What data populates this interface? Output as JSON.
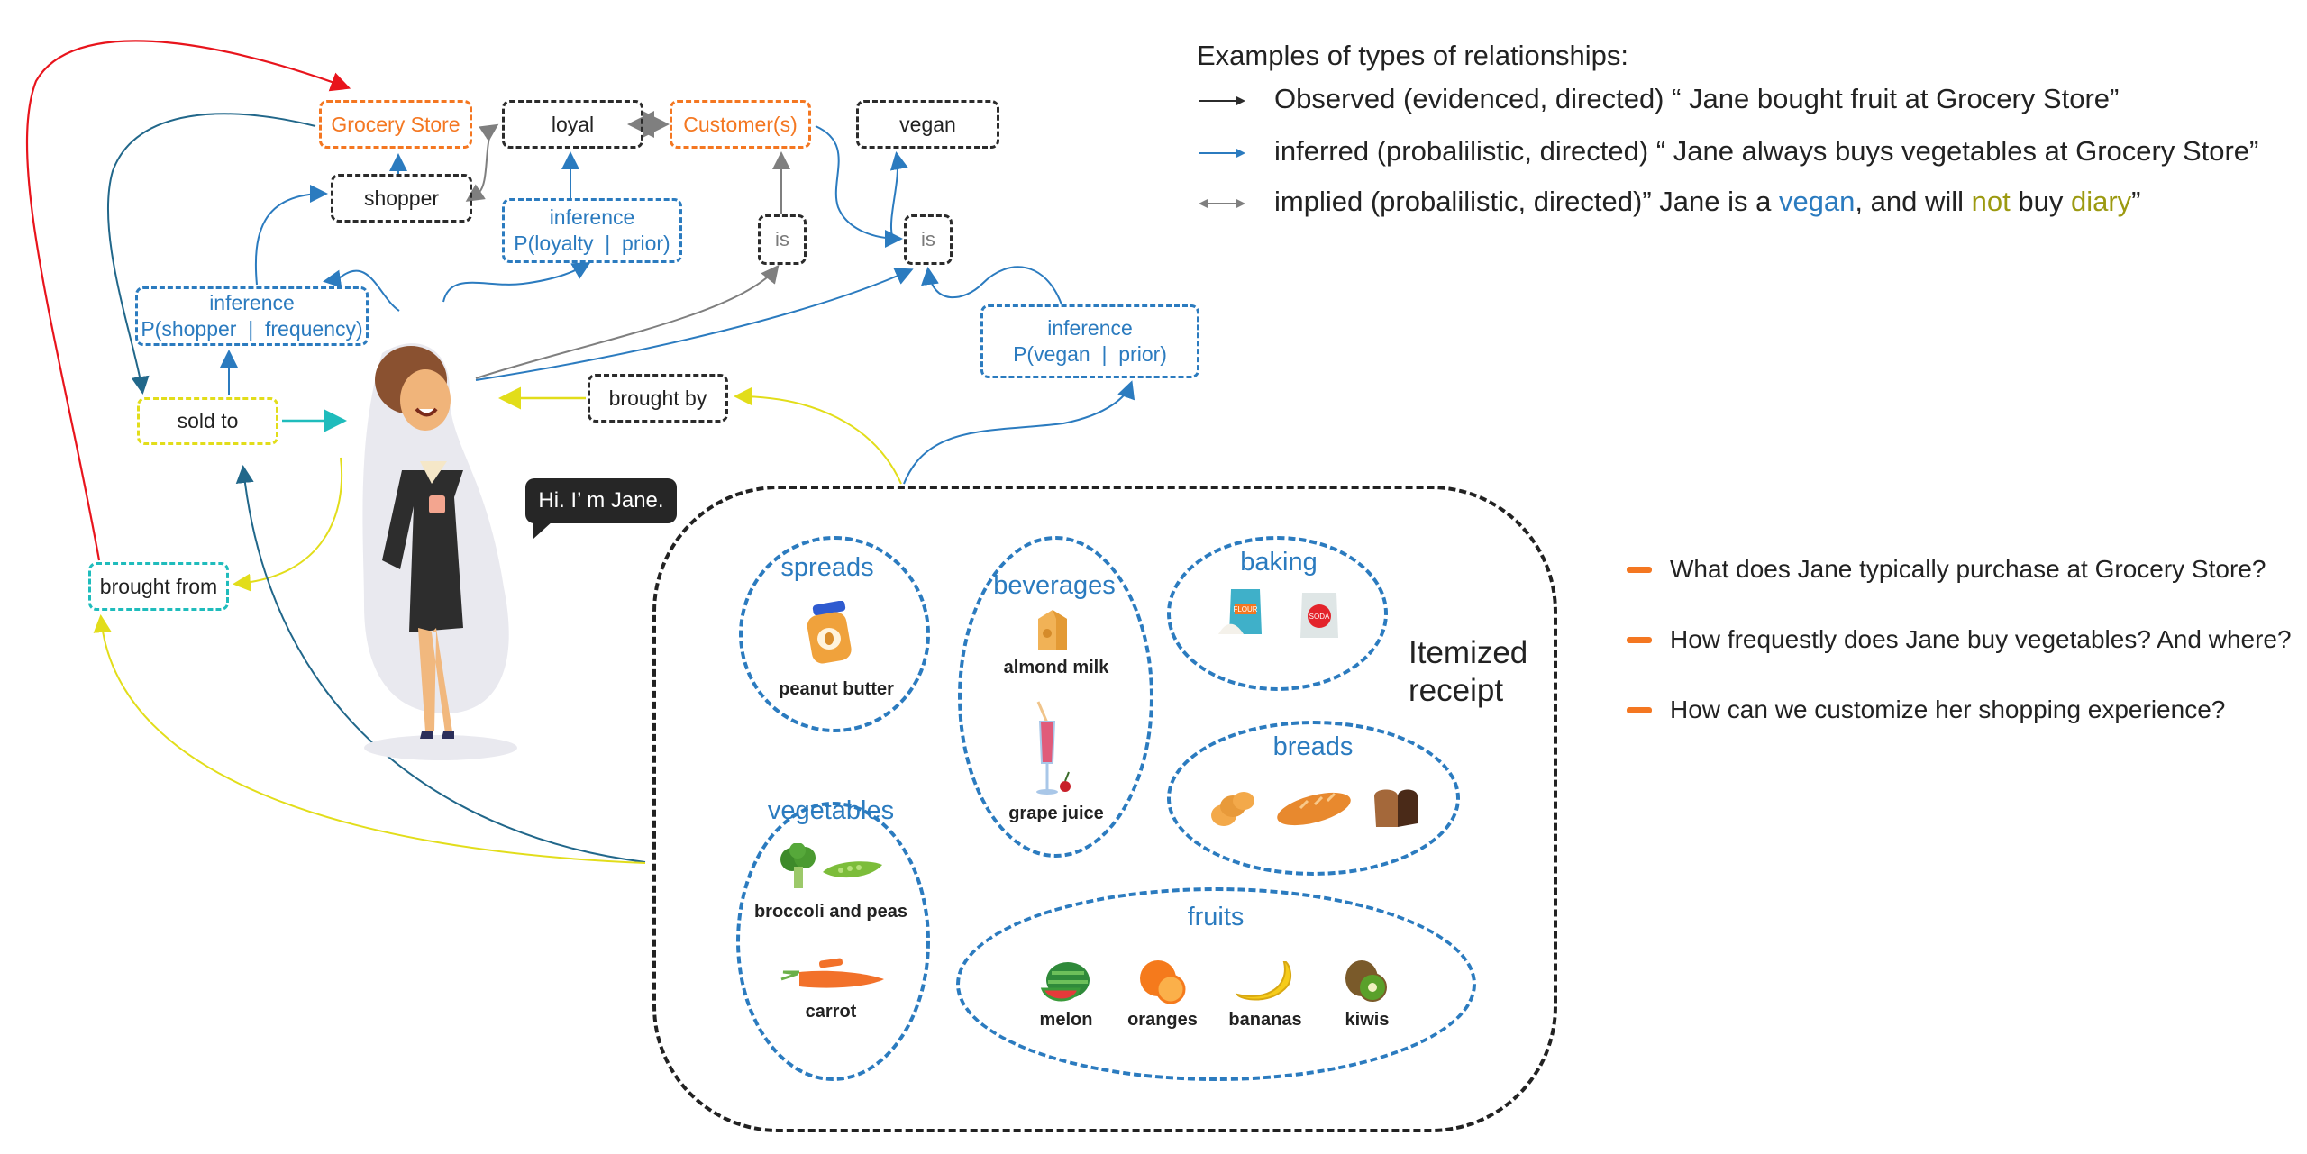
{
  "nodes": {
    "grocery_store": "Grocery Store",
    "loyal": "loyal",
    "customers": "Customer(s)",
    "vegan": "vegan",
    "shopper": "shopper",
    "inference_loyalty": {
      "title": "inference",
      "formula": "P(loyalty  |  prior)"
    },
    "is_customer": "is",
    "is_vegan": "is",
    "inference_shopper": {
      "title": "inference",
      "formula": "P(shopper  |  frequency)"
    },
    "sold_to": "sold to",
    "brought_by": "brought by",
    "inference_vegan": {
      "title": "inference",
      "formula": "P(vegan  |  prior)"
    },
    "brought_from": "brought from"
  },
  "person": {
    "name": "Jane",
    "speech": "Hi. I’ m Jane."
  },
  "legend": {
    "title": "Examples of types of relationships:",
    "rows": [
      {
        "arrow": "observed-arrow",
        "color": "#2b2b2b",
        "text": "Observed (evidenced, directed) “ Jane bought fruit at Grocery Store”"
      },
      {
        "arrow": "inferred-arrow",
        "color": "#2b7bbf",
        "text": "inferred (probalilistic, directed) “ Jane always buys vegetables at Grocery Store”"
      },
      {
        "arrow": "implied-arrow",
        "color": "#7f7f7f",
        "parts": [
          "implied (probalilistic, directed)” Jane is a ",
          "vegan",
          ", and will ",
          "not",
          " buy ",
          "diary",
          "”"
        ]
      }
    ]
  },
  "questions": [
    "What does Jane typically purchase at Grocery Store?",
    "How frequestly does Jane buy vegetables? And where?",
    "How can we customize her shopping experience?"
  ],
  "receipt": {
    "label_line1": "Itemized",
    "label_line2": "receipt",
    "categories": {
      "spreads": {
        "title": "spreads",
        "items": [
          "peanut butter"
        ]
      },
      "beverages": {
        "title": "beverages",
        "items": [
          "almond milk",
          "grape juice"
        ]
      },
      "baking": {
        "title": "baking",
        "items": [
          "flour",
          "soda"
        ],
        "item_badges": [
          "FLOUR",
          "SODA"
        ]
      },
      "breads": {
        "title": "breads",
        "items": [
          "braided bread",
          "baguette",
          "brown loaf"
        ]
      },
      "vegetables": {
        "title": "vegetables",
        "items": [
          "broccoli and peas",
          "carrot"
        ]
      },
      "fruits": {
        "title": "fruits",
        "items": [
          "melon",
          "oranges",
          "bananas",
          "kiwis"
        ]
      }
    }
  },
  "colors": {
    "observed": "#2b2b2b",
    "inferred": "#2b7bbf",
    "implied": "#7f7f7f",
    "accent_orange": "#f47721",
    "yellow": "#e2dd1a",
    "teal": "#1fbcbc",
    "red": "#e8141c",
    "dark_teal": "#21678a"
  }
}
